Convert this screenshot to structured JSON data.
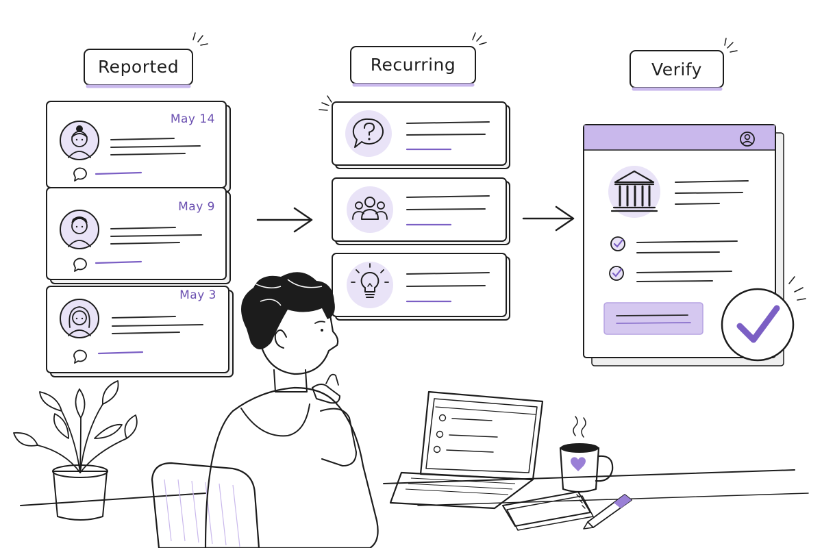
{
  "stages": [
    {
      "label": "Reported"
    },
    {
      "label": "Recurring"
    },
    {
      "label": "Verify"
    }
  ],
  "reports": [
    {
      "date": "May 14"
    },
    {
      "date": "May 9"
    },
    {
      "date": "May 3"
    }
  ],
  "colors": {
    "accent": "#7b5fc4",
    "accent_light": "#e9e3f7",
    "header_purple": "#c9b8ec",
    "ink": "#1c1c1c"
  },
  "icons": {
    "recurring": [
      "question-bubble-icon",
      "people-group-icon",
      "lightbulb-icon"
    ],
    "verify": [
      "bank-building-icon",
      "check-circle-icon",
      "user-circle-icon",
      "big-checkmark-icon"
    ]
  }
}
